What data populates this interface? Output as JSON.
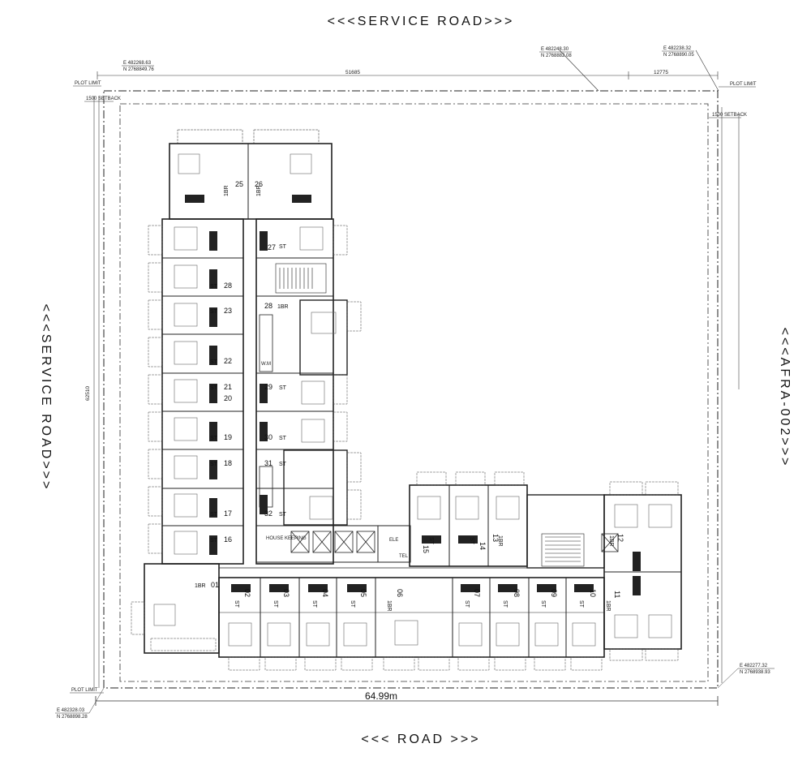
{
  "roads": {
    "top": "<<<SERVICE ROAD>>>",
    "bottom": "<<< ROAD >>>",
    "left": "<<<SERVICE ROAD>>>",
    "right": "<<<AFRA-002>>>"
  },
  "markers": {
    "plot_limit": "PLOT LIMIT",
    "setback": "1500 SETBACK"
  },
  "coords": {
    "top_left_e": "E 482268.63",
    "top_left_n": "N 2768849.76",
    "top_mid_e": "E 482248.30",
    "top_mid_n": "N 2768882.08",
    "top_right_e": "E 482238.32",
    "top_right_n": "N 2768890.05",
    "bottom_right_e": "E 482277.32",
    "bottom_right_n": "N 2768938.93",
    "bottom_left_e": "E 482328.03",
    "bottom_left_n": "N 2768898.28"
  },
  "dimensions": {
    "top_a": "51685",
    "top_b": "12775",
    "left": "62510",
    "bottom": "64.99m"
  },
  "units": {
    "left_wing": [
      "25",
      "26",
      "27",
      "28",
      "23",
      "22",
      "21",
      "20",
      "29",
      "19",
      "30",
      "18",
      "31",
      "17",
      "32",
      "16",
      "01",
      "28"
    ],
    "bottom_wing": [
      "02",
      "03",
      "04",
      "05",
      "06",
      "07",
      "08",
      "09",
      "10",
      "11",
      "12",
      "13",
      "14",
      "15"
    ]
  },
  "unit_types": {
    "studio": "ST",
    "one_bed": "1BR"
  },
  "service_rooms": {
    "house_keeping": "HOUSE KEEPING",
    "ele": "ELE",
    "tel": "TEL",
    "wm": "W.M"
  }
}
